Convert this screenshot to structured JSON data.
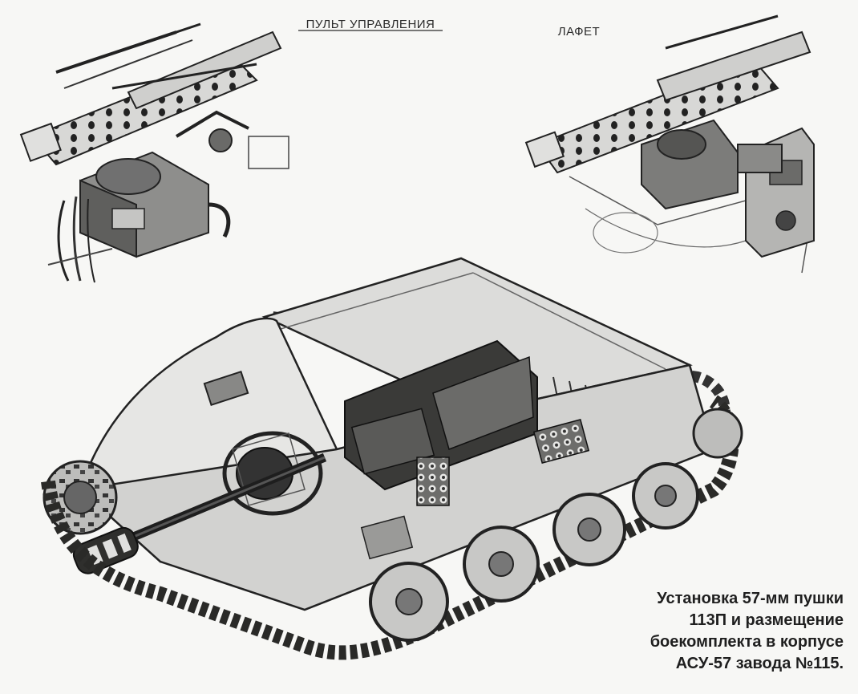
{
  "labels": {
    "control_panel": "ПУЛЬТ УПРАВЛЕНИЯ",
    "mount": "ЛАФЕТ"
  },
  "caption": {
    "line1": "Установка 57-мм пушки",
    "line2": "113П и размещение",
    "line3": "боекомплекта в корпусе",
    "line4": "АСУ-57 завода №115."
  },
  "colors": {
    "ink": "#1e1e1e",
    "paper": "#f7f7f5",
    "shade": "#9a9a9a"
  }
}
